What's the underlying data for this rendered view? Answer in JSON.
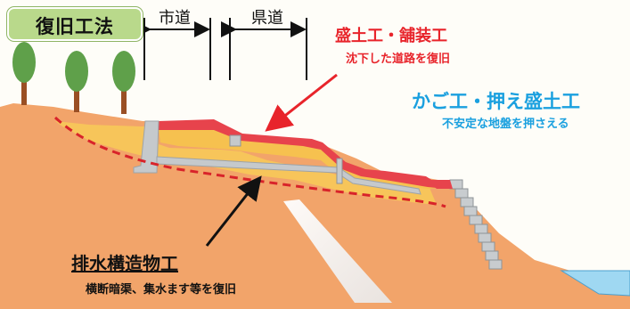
{
  "title": "復旧工法",
  "road_labels": {
    "city": "市道",
    "prefectural": "県道"
  },
  "callouts": {
    "embankment": {
      "title": "盛土工・舗装工",
      "subtitle": "沈下した道路を復旧"
    },
    "gabion": {
      "title": "かご工・押え盛土工",
      "subtitle": "不安定な地盤を押さえる"
    },
    "drainage": {
      "title": "排水構造物工",
      "subtitle": "横断暗渠、集水ます等を復旧"
    }
  },
  "colors": {
    "sky": "#fefdf8",
    "ground": "#f2a46a",
    "fill": "#f7c55a",
    "pavement": "#e7434c",
    "structure": "#c5c9cc",
    "water": "#9fd8f2",
    "tree_foliage": "#5fa04a",
    "tree_trunk": "#9a4f24",
    "red_accent": "#e8242b",
    "blue_accent": "#1aa0df"
  }
}
